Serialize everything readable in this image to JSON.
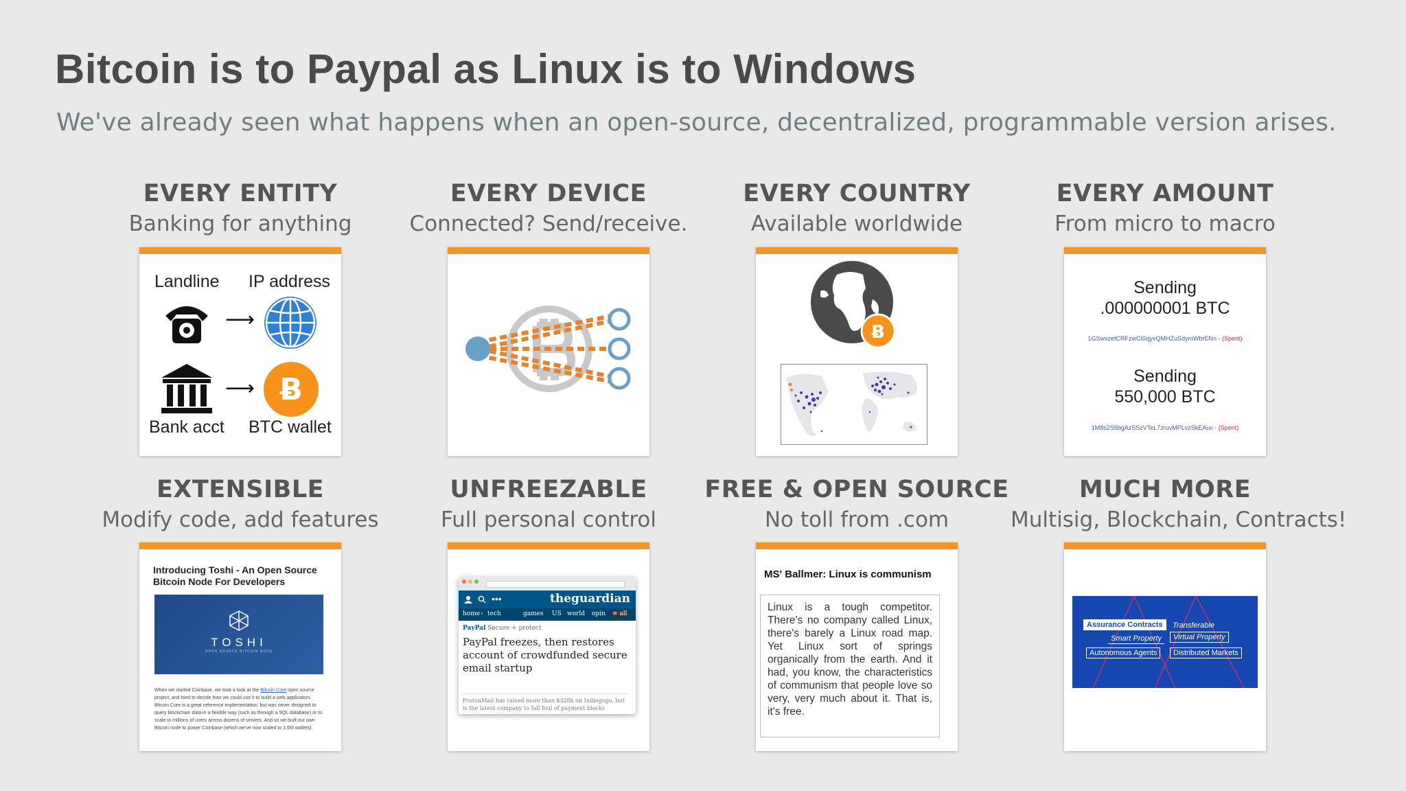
{
  "slide": {
    "title": "Bitcoin is to Paypal as Linux is to Windows",
    "subtitle": "We've already seen what happens when an open-source, decentralized, programmable version arises."
  },
  "cells": [
    {
      "heading": "EVERY ENTITY",
      "caption": "Banking for anything"
    },
    {
      "heading": "EVERY DEVICE",
      "caption": "Connected? Send/receive."
    },
    {
      "heading": "EVERY COUNTRY",
      "caption": "Available worldwide"
    },
    {
      "heading": "EVERY AMOUNT",
      "caption": "From micro to macro"
    },
    {
      "heading": "EXTENSIBLE",
      "caption": "Modify code, add features"
    },
    {
      "heading": "UNFREEZABLE",
      "caption": "Full personal control"
    },
    {
      "heading": "FREE & OPEN SOURCE",
      "caption": "No toll from .com"
    },
    {
      "heading": "MUCH MORE",
      "caption": "Multisig, Blockchain, Contracts!"
    }
  ],
  "entity_card": {
    "landline": "Landline",
    "ip_address": "IP address",
    "bank_acct": "Bank acct",
    "btc_wallet": "BTC wallet",
    "bitcoin_symbol": "Ƀ"
  },
  "amount_card": {
    "send1_line1": "Sending",
    "send1_line2": ".000000001 BTC",
    "addr1": "1GSwxzetCRFzwCiSqyvQMHZuSdymWbrENn",
    "spent_label": "(Spent)",
    "send2_line1": "Sending",
    "send2_line2": "550,000 BTC",
    "addr2": "1M8s2S5bgAzSSzVTeL7zruvMPLvzSkEAuv"
  },
  "toshi_card": {
    "headline_line1": "Introducing Toshi - An Open Source",
    "headline_line2": "Bitcoin Node For Developers",
    "logo_word": "TOSHI",
    "logo_sub": "OPEN SOURCE BITCOIN NODE",
    "body_pre": "When we started Coinbase, we took a look at the ",
    "body_link": "Bitcoin Core",
    "body_post": " open source project, and tried to decide how we could use it to build a web application. Bitcoin Core is a great reference implementation, but was never designed to query blockchain data in a flexible way (such as through a SQL database) or to scale to millions of users across dozens of servers. And so we built our own Bitcoin node to power Coinbase (which we've now scaled to 1.6M wallets)."
  },
  "guardian_card": {
    "site": "theguardian",
    "nav": [
      "home",
      "tech",
      "games",
      "US",
      "world",
      "opin",
      "≡ all"
    ],
    "section": "PayPal",
    "section_tail": "Secure + protect",
    "headline": "PayPal freezes, then restores account of crowdfunded secure email startup",
    "standfirst": "ProtonMail has raised more than $328k on Indiegogo, but is the latest company to fall foul of payment blocks"
  },
  "ballmer_card": {
    "headline": "MS' Ballmer: Linux is communism",
    "quote": "Linux is a tough competitor. There's no company called Linux, there's barely a Linux road map. Yet Linux sort of springs organically from the earth. And it had, you know, the characteristics of communism that people love so very, very much about it. That is, it's free."
  },
  "more_card": {
    "tags": [
      "Assurance Contracts",
      "Transferable",
      "Smart Property",
      "Virtual Property",
      "Autonomous Agents",
      "Distributed Markets"
    ]
  },
  "colors": {
    "accent": "#f39427",
    "title": "#4a4a4a",
    "subtitle": "#6f8080",
    "globe_blue": "#2f7fd6",
    "bitcoin_orange": "#f7931a"
  }
}
